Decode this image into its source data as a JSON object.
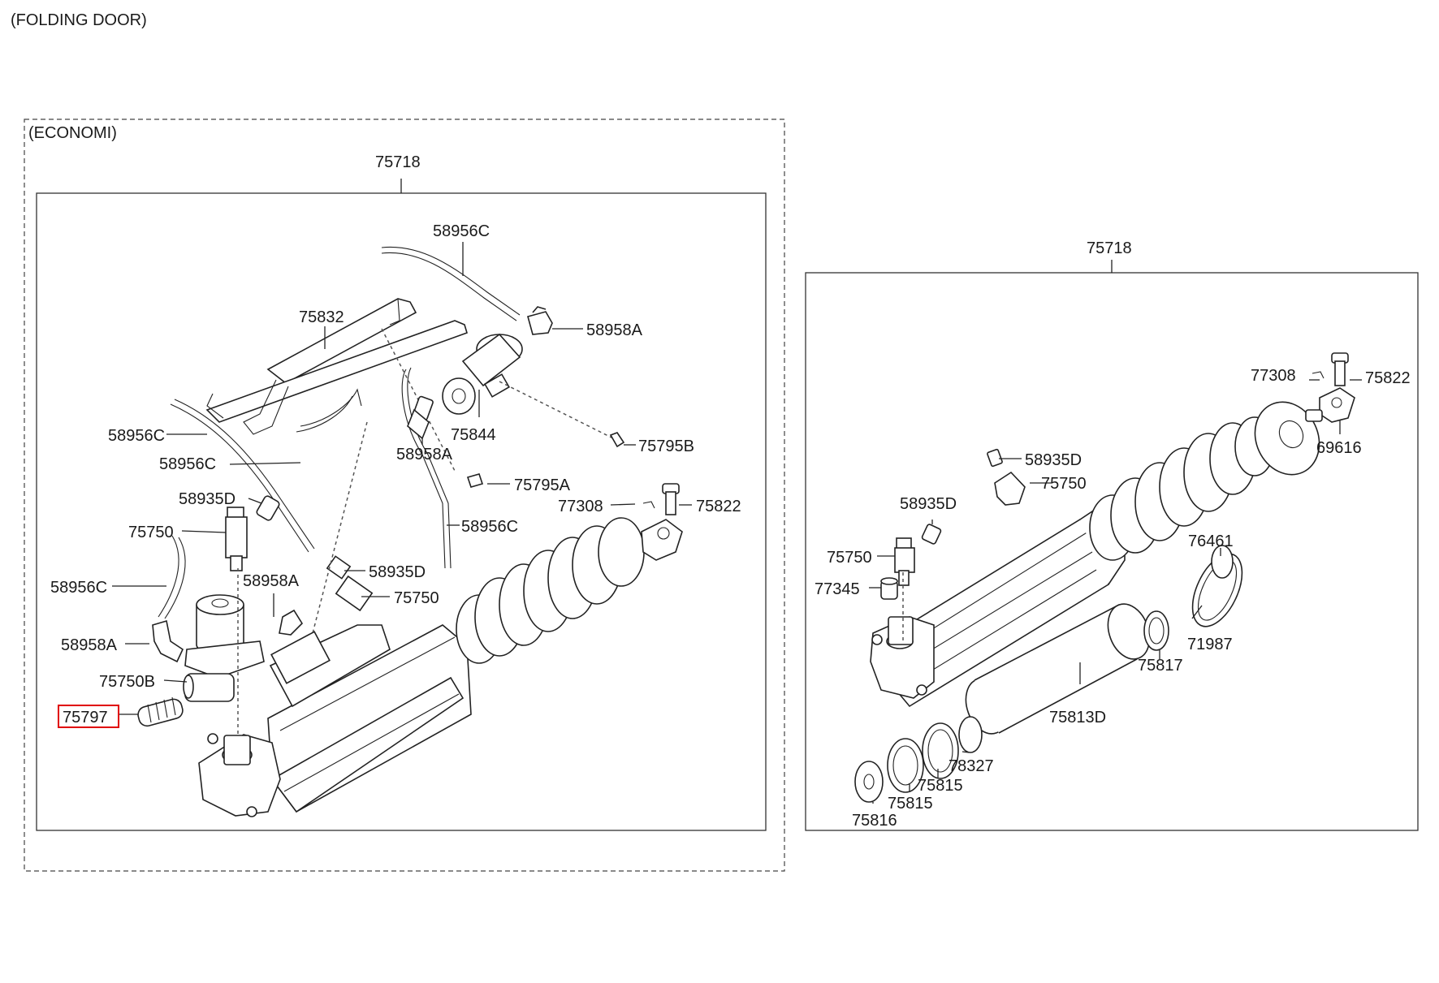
{
  "headers": {
    "folding_door": "(FOLDING DOOR)",
    "economi": "(ECONOMI)"
  },
  "highlight_color": "#e00000",
  "left_labels": {
    "l75718": "75718",
    "l58956C_top": "58956C",
    "l58958A_top": "58958A",
    "l75832": "75832",
    "l75844": "75844",
    "l58956C_a": "58956C",
    "l58956C_b": "58956C",
    "l58958A_mid": "58958A",
    "l75795B": "75795B",
    "l75795A": "75795A",
    "l58935D_a": "58935D",
    "l77308": "77308",
    "l75822": "75822",
    "l75750_a": "75750",
    "l58956C_c": "58956C",
    "l58935D_b": "58935D",
    "l58958A_c": "58958A",
    "l58956C_d": "58956C",
    "l75750_b": "75750",
    "l58958A_d": "58958A",
    "l75750B": "75750B",
    "l75797": "75797"
  },
  "right_labels": {
    "r75718": "75718",
    "r77308": "77308",
    "r75822": "75822",
    "r69616": "69616",
    "r58935D_a": "58935D",
    "r75750_a": "75750",
    "r58935D_b": "58935D",
    "r76461": "76461",
    "r75750_b": "75750",
    "r77345": "77345",
    "r71987": "71987",
    "r75817": "75817",
    "r75813D": "75813D",
    "r78327": "78327",
    "r75815_a": "75815",
    "r75815_b": "75815",
    "r75816": "75816"
  }
}
